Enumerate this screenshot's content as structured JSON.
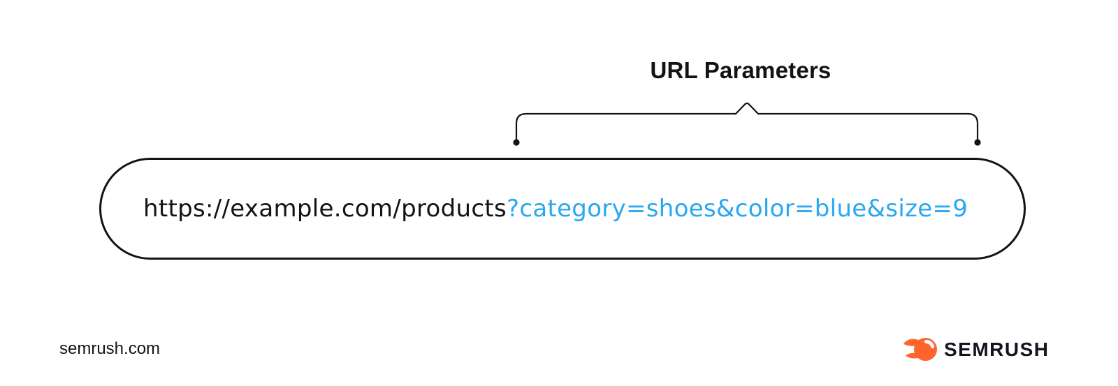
{
  "title": "URL Parameters",
  "url_bar": {
    "base": "https://example.com/products",
    "params": "?category=shoes&color=blue&size=9"
  },
  "annotation": {
    "label": "URL Parameters",
    "type": "brace-span-over-params"
  },
  "footer": {
    "website": "semrush.com",
    "brand_name": "SEMRUSH",
    "brand_icon": "semrush-comet-icon"
  },
  "colors": {
    "param_blue": "#29A7F0",
    "brand_orange": "#FF642D",
    "ink": "#131313",
    "background": "#FFFFFF"
  }
}
